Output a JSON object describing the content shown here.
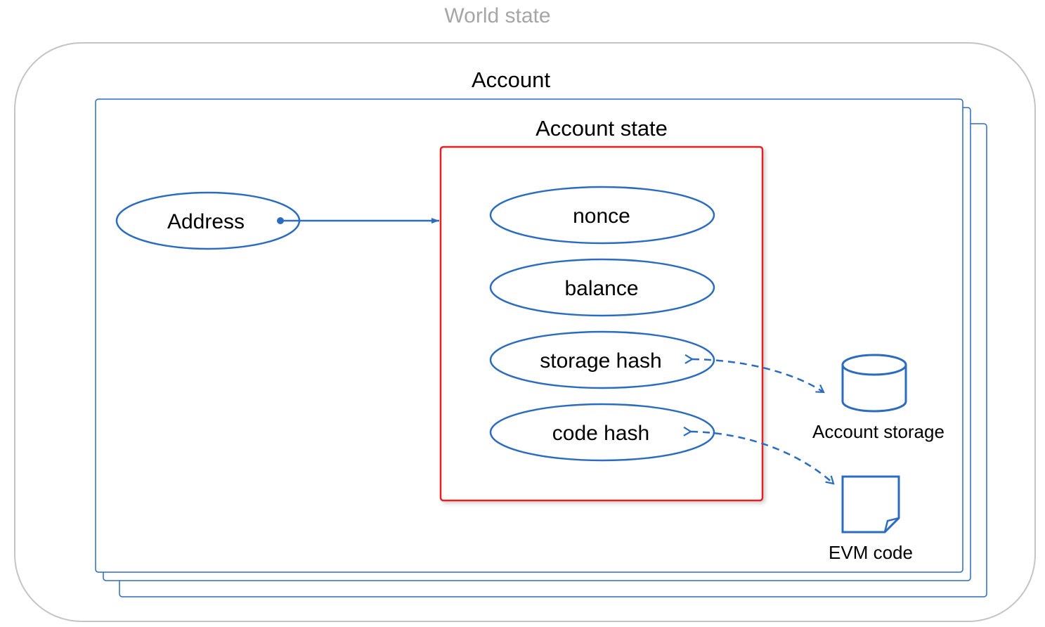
{
  "world": {
    "title": "World state"
  },
  "account": {
    "title": "Account"
  },
  "account_state": {
    "title": "Account state",
    "fields": [
      "nonce",
      "balance",
      "storage hash",
      "code hash"
    ]
  },
  "address": {
    "label": "Address"
  },
  "storage": {
    "label": "Account storage",
    "icon": "database-cylinder-icon"
  },
  "evm": {
    "label": "EVM code",
    "icon": "document-icon"
  },
  "colors": {
    "blue": "#2b6cc0",
    "red": "#e02020",
    "world_border": "#c4c4c4",
    "world_title": "#a6a6a6"
  }
}
